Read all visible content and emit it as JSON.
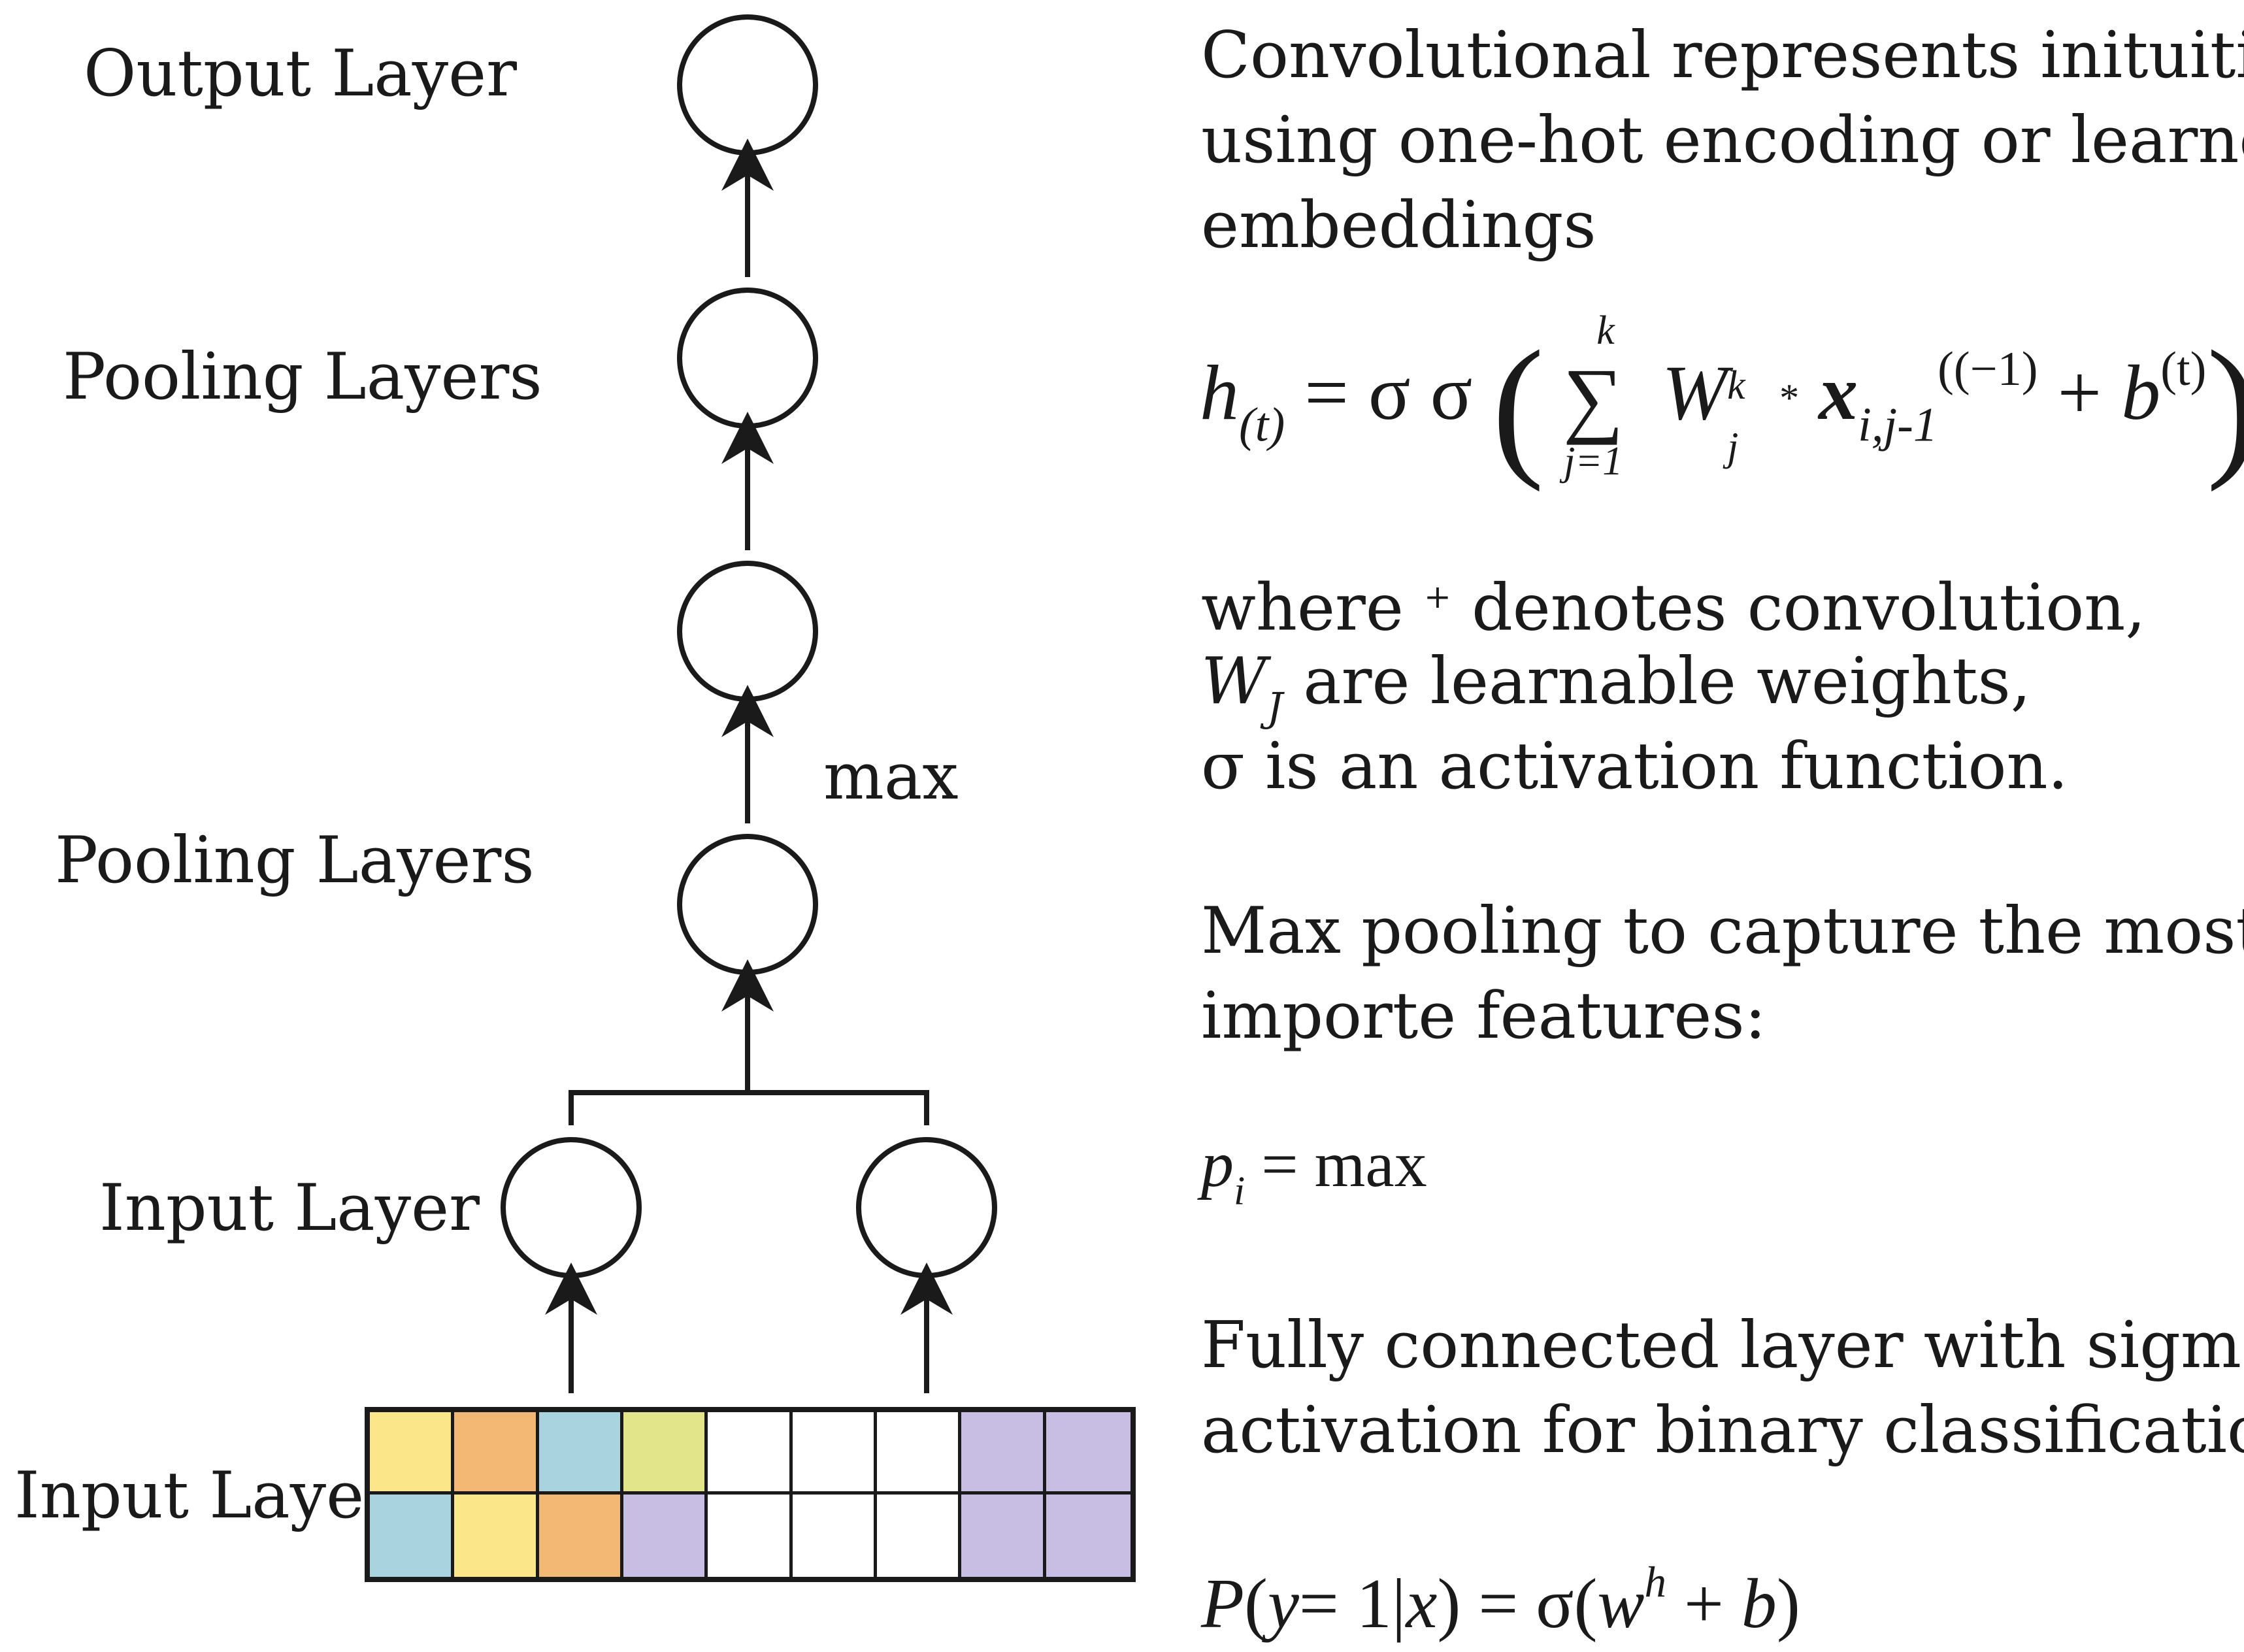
{
  "diagram": {
    "layer_labels": {
      "output": "Output Layer",
      "pooling_top": "Pooling Layers",
      "pooling_bottom": "Pooling Layers",
      "input_nodes": "Input Layer",
      "input_grid": "Input Layer"
    },
    "edge_label": "max",
    "input_grid": {
      "rows": [
        [
          "yellow",
          "orange",
          "blue",
          "lime",
          "white",
          "white",
          "white",
          "purple",
          "purple"
        ],
        [
          "blue",
          "yellow",
          "orange",
          "purple",
          "white",
          "white",
          "white",
          "purple",
          "purple"
        ]
      ],
      "colors": {
        "yellow": "#fbe789",
        "orange": "#f2b874",
        "blue": "#a8d3df",
        "lime": "#e2e58a",
        "purple": "#c8bde2",
        "white": "#ffffff"
      }
    }
  },
  "text": {
    "intro": [
      "Convolutional represents inituition",
      "using one-hot encoding or learned",
      "embeddings"
    ],
    "formula1": {
      "lhs": "h",
      "lhs_sub": "(t)",
      "eq": "=",
      "sigma": "σ σ",
      "sum": "∑",
      "sum_top": "k",
      "sum_bottom": "j=1",
      "w": "W",
      "w_sup": "k",
      "w_sub": "j",
      "star": "*",
      "x": "x",
      "x_sub": "i,j-1",
      "x_sup": "((−1)",
      "plus": "+",
      "b": "b",
      "b_sup": "(t)"
    },
    "where_line1_a": "where",
    "where_star": "+",
    "where_line1_b": "denotes convolution,",
    "where_line2_w": "W",
    "where_line2_sub": "J",
    "where_line2_rest": "are learnable weights,",
    "where_line3_sigma": "σ",
    "where_line3_rest": "is an activation function.",
    "pool_desc": [
      "Max pooling to capture the most",
      "importe features:"
    ],
    "formula2": {
      "p": "p",
      "p_sub": "i",
      "rest": "= max"
    },
    "fc_desc": [
      "Fully connected layer with sigmoid",
      "activation for binary classification"
    ],
    "formula3": {
      "P": "P",
      "open": "(",
      "y": "y",
      "eq1": "= 1|",
      "x": "x",
      "close_eq": ") = σ(",
      "w": "w",
      "w_sup": "h",
      "plus_b": "+",
      "b": "b",
      "end": ")"
    }
  }
}
